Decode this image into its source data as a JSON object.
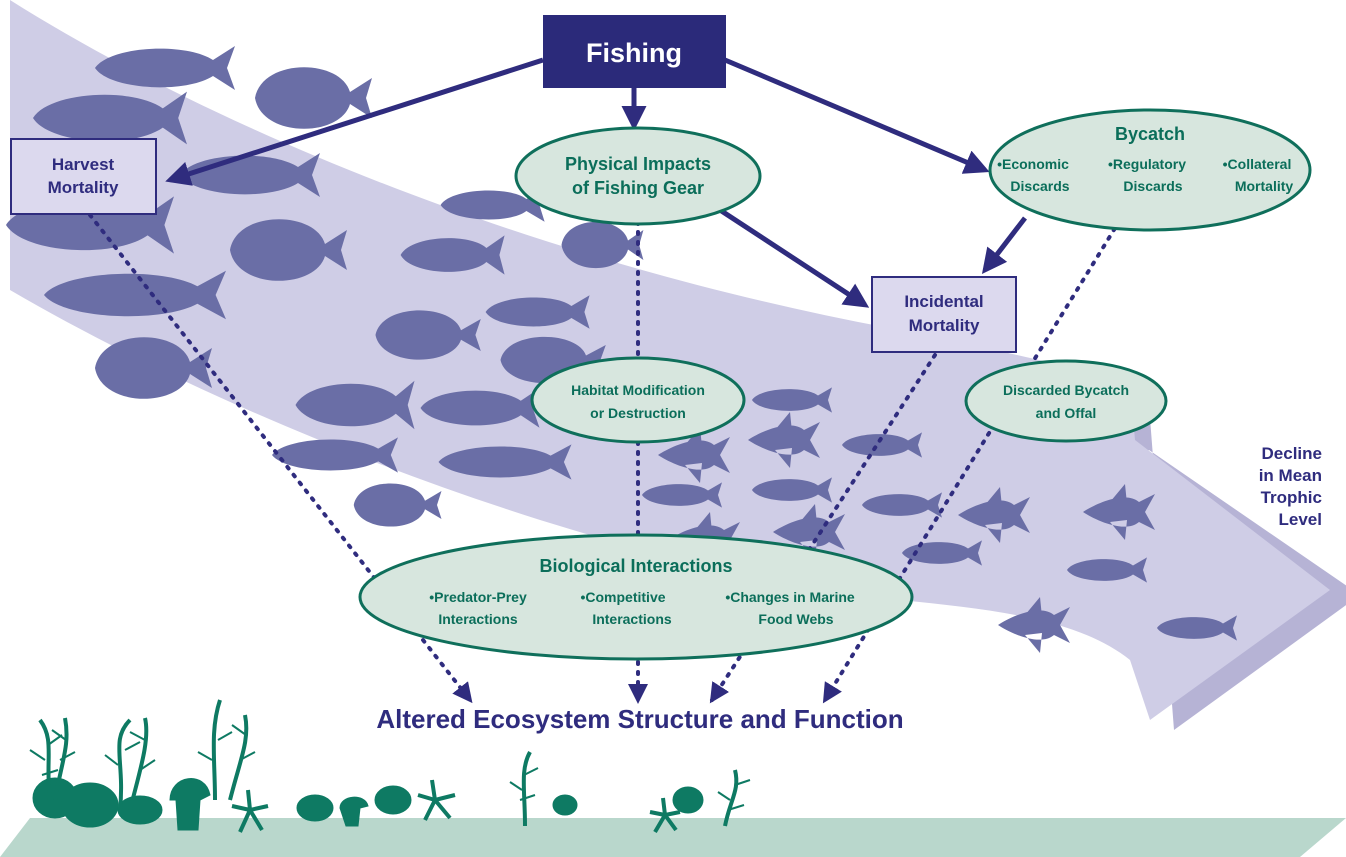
{
  "colors": {
    "navy": "#2f2c7e",
    "navy_box": "#2b2a7a",
    "lavender_box": "#dcd9ee",
    "teal_text": "#0b6e5a",
    "teal_ellipse": "#d7e6de",
    "teal_border": "#0f6f5b",
    "fish": "#6a6ea6",
    "arrow_fill": "#cfcde6",
    "arrow_shadow": "#b6b3d5",
    "seabed": "#b9d7cc",
    "seaweed": "#0e7a63"
  },
  "fishing": {
    "label": "Fishing"
  },
  "harvest": {
    "line1": "Harvest",
    "line2": "Mortality"
  },
  "physical": {
    "line1": "Physical Impacts",
    "line2": "of Fishing Gear"
  },
  "bycatch": {
    "title": "Bycatch",
    "items": [
      {
        "line1": "•Economic",
        "line2": "Discards"
      },
      {
        "line1": "•Regulatory",
        "line2": "Discards"
      },
      {
        "line1": "•Collateral",
        "line2": "Mortality"
      }
    ]
  },
  "incidental": {
    "line1": "Incidental",
    "line2": "Mortality"
  },
  "habitat": {
    "line1": "Habitat Modification",
    "line2": "or Destruction"
  },
  "discarded": {
    "line1": "Discarded Bycatch",
    "line2": "and Offal"
  },
  "biological": {
    "title": "Biological Interactions",
    "items": [
      {
        "line1": "•Predator-Prey",
        "line2": "Interactions"
      },
      {
        "line1": "•Competitive",
        "line2": "Interactions"
      },
      {
        "line1": "•Changes in Marine",
        "line2": "Food Webs"
      }
    ]
  },
  "decline": {
    "line1": "Decline",
    "line2": "in Mean",
    "line3": "Trophic",
    "line4": "Level"
  },
  "altered": {
    "label": "Altered Ecosystem Structure and Function"
  }
}
